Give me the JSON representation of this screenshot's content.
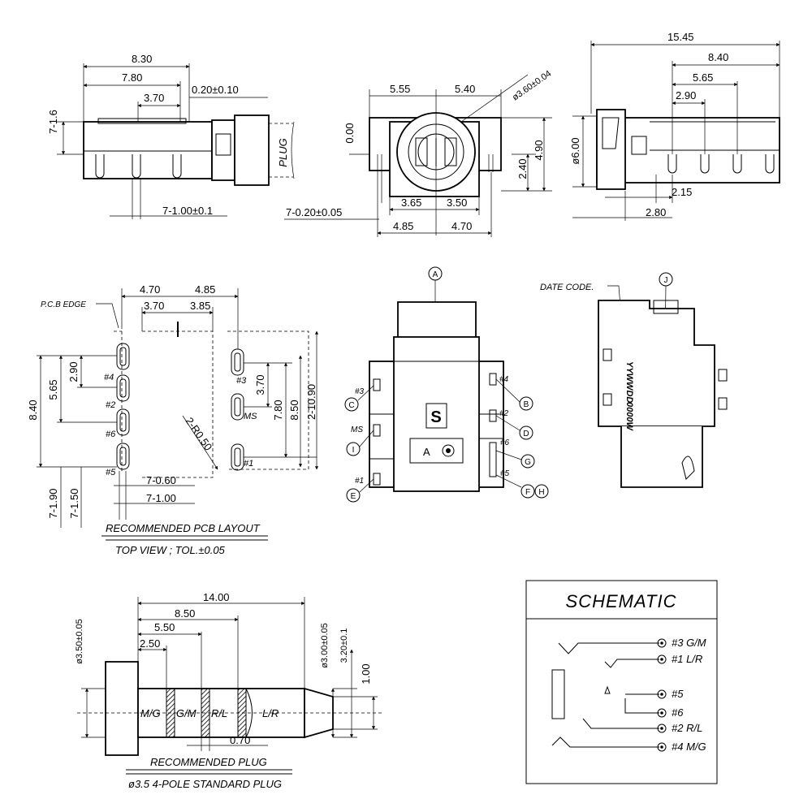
{
  "side_view": {
    "dims": [
      "8.30",
      "7.80",
      "3.70",
      "0.20±0.10",
      "7-1.6",
      "7-1.00±0.1"
    ],
    "plug_label": "PLUG"
  },
  "front_view": {
    "dims": [
      "5.55",
      "5.40",
      "ø3.60±0.04",
      "0.00",
      "4.90",
      "2.40",
      "3.65",
      "3.50",
      "4.85",
      "4.70",
      "7-0.20±0.05"
    ]
  },
  "right_view": {
    "dims": [
      "15.45",
      "8.40",
      "5.65",
      "2.90",
      "ø6.00",
      "2.15",
      "2.80"
    ]
  },
  "pcb_layout": {
    "edge_label": "P.C.B EDGE",
    "dims": [
      "4.70",
      "4.85",
      "3.70",
      "3.85",
      "2.90",
      "5.65",
      "8.40",
      "3.70",
      "7.80",
      "8.50",
      "2-10.90",
      "2-R0.50",
      "7-0.60",
      "7-1.00",
      "7-1.90",
      "7-1.50"
    ],
    "pins": [
      "#4",
      "#2",
      "#6",
      "#5",
      "#3",
      "MS",
      "#1"
    ],
    "caption_line1": "RECOMMENDED PCB LAYOUT",
    "caption_line2": "TOP VIEW ; TOL.±0.05"
  },
  "top_view": {
    "callouts": [
      "A",
      "B",
      "C",
      "D",
      "E",
      "F",
      "G",
      "H",
      "I"
    ],
    "pins": [
      "#3",
      "#4",
      "#2",
      "MS",
      "#6",
      "#1",
      "#5"
    ],
    "body_letter": "A",
    "logo_glyph": "S"
  },
  "bottom_view": {
    "date_code_label": "DATE CODE.",
    "callout": "J",
    "marking1": "YYWWDD",
    "marking2": "0000W"
  },
  "plug": {
    "dims": [
      "14.00",
      "8.50",
      "5.50",
      "2.50",
      "ø3.50±0.05",
      "ø3.00±0.05",
      "3.20±0.1",
      "1.00",
      "0.70"
    ],
    "segments": [
      "M/G",
      "G/M",
      "R/L",
      "L/R"
    ],
    "caption_line1": "RECOMMENDED PLUG",
    "caption_line2": "ø3.5 4-POLE STANDARD PLUG"
  },
  "schematic": {
    "title": "SCHEMATIC",
    "pins": [
      "#3 G/M",
      "#1 L/R",
      "#5",
      "#6",
      "#2 R/L",
      "#4 M/G"
    ]
  }
}
